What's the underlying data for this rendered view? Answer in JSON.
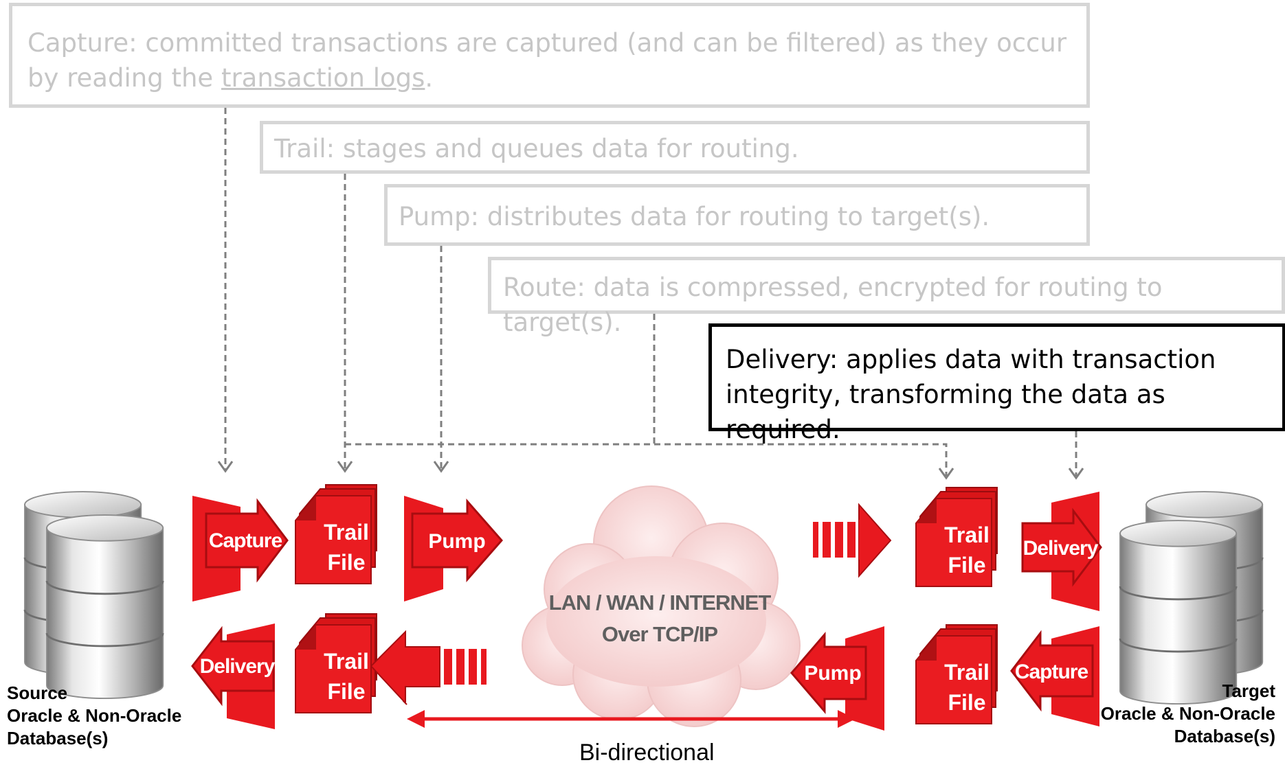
{
  "callouts": {
    "capture": {
      "prefix": "Capture: committed transactions are captured (and can be filtered) as they occur by reading the ",
      "link": "transaction logs",
      "suffix": "."
    },
    "trail": "Trail: stages and queues data for routing.",
    "pump": "Pump: distributes data for routing to target(s).",
    "route": "Route: data is compressed, encrypted for routing to target(s).",
    "delivery": "Delivery: applies data with transaction integrity, transforming the data as required."
  },
  "arrows": {
    "capture_top": "Capture",
    "delivery_bottom": "Delivery",
    "pump_top": "Pump",
    "delivery_right": "Delivery",
    "pump_bottom": "Pump",
    "capture_right": "Capture"
  },
  "trail_file": {
    "line1": "Trail",
    "line2": "File"
  },
  "network": {
    "line1": "LAN / WAN / INTERNET",
    "line2": "Over TCP/IP"
  },
  "source_label": [
    "Source",
    "Oracle & Non-Oracle",
    "Database(s)"
  ],
  "target_label": [
    "Target",
    "Oracle & Non-Oracle",
    "Database(s)"
  ],
  "bidirectional": "Bi-directional",
  "colors": {
    "accent_red": "#e8191f",
    "dark_red": "#a80d10",
    "faded_border": "#d6d6d6",
    "faded_text": "#c6c6c6",
    "cloud": "#f6d6d6"
  },
  "icons": [
    "database-icon",
    "trail-file-icon",
    "cloud-icon",
    "dashed-arrow-icon"
  ]
}
